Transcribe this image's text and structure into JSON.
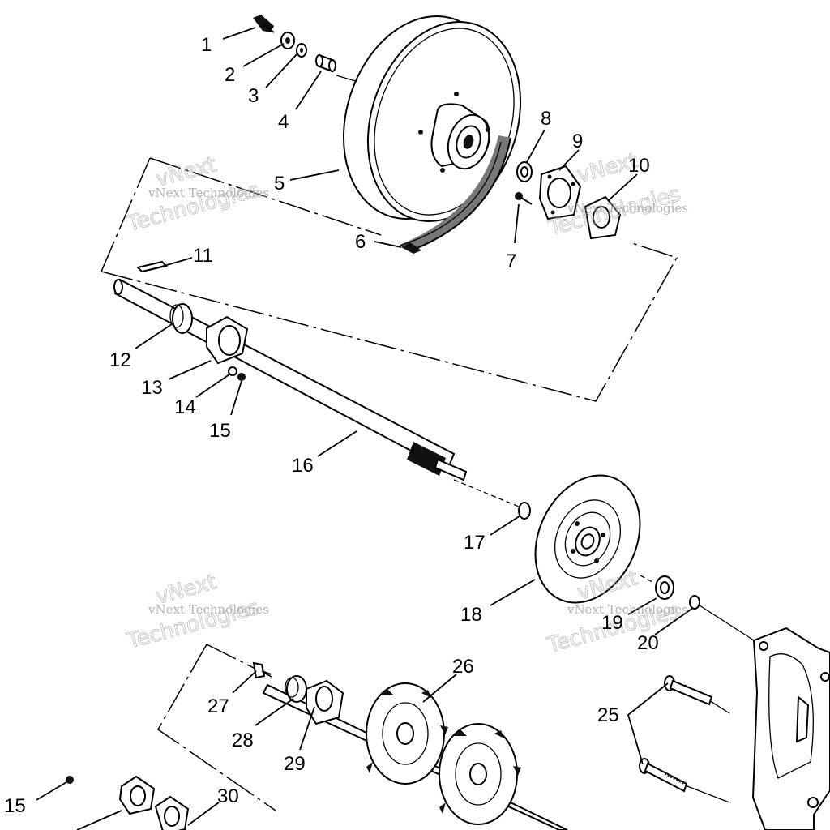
{
  "watermark": {
    "small": "vNext Technologies",
    "big": "Technologies",
    "top": "vNext"
  },
  "callouts": [
    "1",
    "2",
    "3",
    "4",
    "5",
    "6",
    "7",
    "8",
    "9",
    "10",
    "11",
    "12",
    "13",
    "14",
    "15",
    "16",
    "17",
    "18",
    "19",
    "20",
    "25",
    "26",
    "27",
    "28",
    "29",
    "15",
    "30"
  ]
}
